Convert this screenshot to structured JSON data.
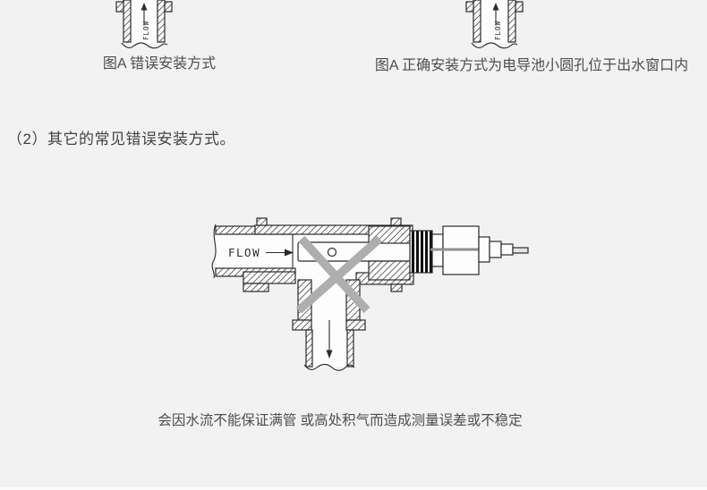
{
  "page": {
    "background_color": "#f2f2f2",
    "diagram_line_color": "#2b2b2b",
    "cross_out_color": "#aeaeae",
    "caption_text_color": "#4d4d4d"
  },
  "section": {
    "heading": "（2）其它的常见错误安装方式。"
  },
  "figures": {
    "top_left": {
      "flow_label": "FLOW",
      "caption": "图A 错误安装方式"
    },
    "top_right": {
      "flow_label": "FLOW",
      "caption": "图A 正确安装方式为电导池小圆孔位于出水窗口内"
    },
    "main": {
      "flow_label": "FLOW",
      "caption": "会因水流不能保证满管 或高处积气而造成测量误差或不稳定"
    }
  }
}
